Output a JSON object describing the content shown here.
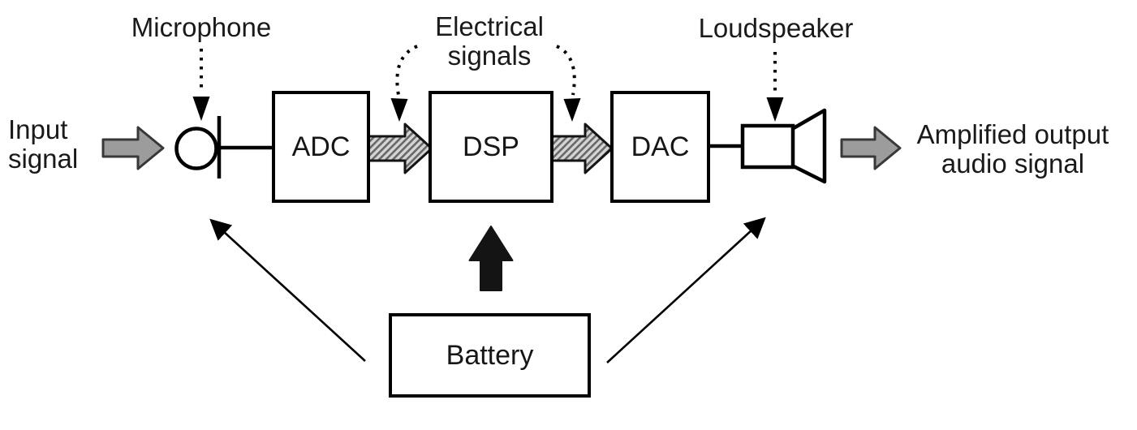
{
  "diagram": {
    "labels": {
      "input_signal": {
        "line1": "Input",
        "line2": "signal"
      },
      "microphone": "Microphone",
      "electrical_signals": {
        "line1": "Electrical",
        "line2": "signals"
      },
      "loudspeaker": "Loudspeaker",
      "amplified_output": {
        "line1": "Amplified output",
        "line2": "audio signal"
      }
    },
    "blocks": {
      "adc": "ADC",
      "dsp": "DSP",
      "dac": "DAC",
      "battery": "Battery"
    },
    "colors": {
      "signal_arrow_fill": "#9c9c9c",
      "signal_arrow_stroke": "#383838",
      "hatch_light": "#d4d4d4",
      "hatch_dark": "#686868",
      "power_arrow": "#141414",
      "line_color": "#000000",
      "text": "#1a1a1a"
    }
  }
}
